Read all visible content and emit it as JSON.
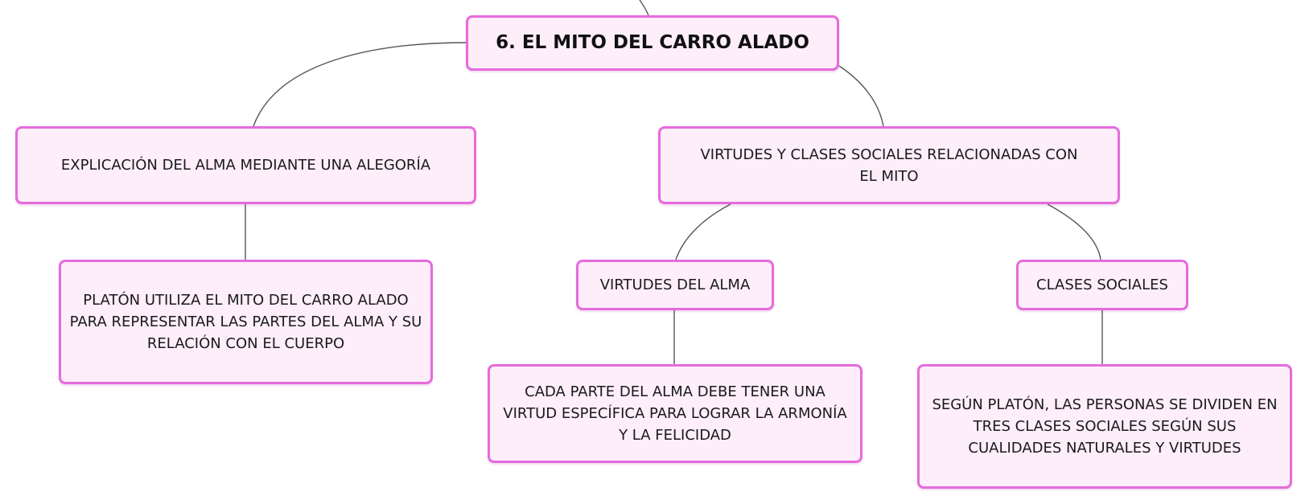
{
  "diagram": {
    "type": "mind-map",
    "colors": {
      "node_border": "#e56bdc",
      "node_fill": "#fdeefa",
      "connector": "#555555",
      "text": "#1a1a1a"
    },
    "root": {
      "label": "6. EL MITO DEL CARRO ALADO"
    },
    "branches": {
      "explicacion": {
        "label": "EXPLICACIÓN DEL ALMA MEDIANTE UNA ALEGORÍA",
        "child": {
          "lines": [
            "PLATÓN UTILIZA EL MITO DEL CARRO ALADO",
            "PARA REPRESENTAR LAS PARTES DEL ALMA Y SU",
            "RELACIÓN CON EL CUERPO"
          ]
        }
      },
      "virtudes_clases": {
        "lines": [
          "VIRTUDES Y CLASES SOCIALES RELACIONADAS CON",
          "EL MITO"
        ],
        "children": {
          "virtudes_alma": {
            "label": "VIRTUDES DEL ALMA",
            "child": {
              "lines": [
                "CADA PARTE DEL ALMA DEBE TENER UNA",
                "VIRTUD ESPECÍFICA PARA LOGRAR LA ARMONÍA",
                "Y LA FELICIDAD"
              ]
            }
          },
          "clases_sociales": {
            "label": "CLASES SOCIALES",
            "child": {
              "lines": [
                "SEGÚN PLATÓN, LAS PERSONAS SE DIVIDEN EN",
                "TRES CLASES SOCIALES SEGÚN SUS",
                "CUALIDADES NATURALES Y VIRTUDES"
              ]
            }
          }
        }
      }
    }
  }
}
